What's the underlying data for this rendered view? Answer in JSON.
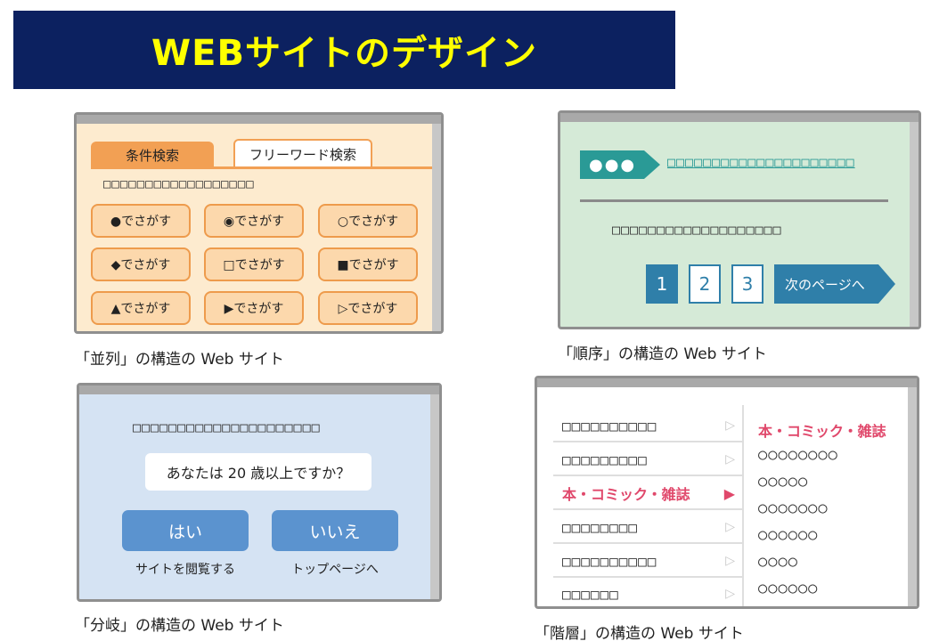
{
  "title": "WEBサイトのデザイン",
  "parallel": {
    "tabs": [
      "条件検索",
      "フリーワード検索"
    ],
    "squares": "□□□□□□□□□□□□□□□□□□",
    "buttons": [
      "●でさがす",
      "◉でさがす",
      "○でさがす",
      "◆でさがす",
      "□でさがす",
      "■でさがす",
      "▲でさがす",
      "▶でさがす",
      "▷でさがす"
    ],
    "caption": "「並列」の構造の Web サイト"
  },
  "sequence": {
    "bullet": "●●●",
    "link": "□□□□□□□□□□□□□□□□□□□□□",
    "squares": "□□□□□□□□□□□□□□□□□□□",
    "pages": [
      "1",
      "2",
      "3"
    ],
    "current_page": "1",
    "next_label": "次のページへ",
    "caption": "「順序」の構造の Web サイト"
  },
  "branch": {
    "squares": "□□□□□□□□□□□□□□□□□□□□□",
    "question": "あなたは 20 歳以上ですか？",
    "yes_label": "はい",
    "yes_sub": "サイトを閲覧する",
    "no_label": "いいえ",
    "no_sub": "トップページへ",
    "caption": "「分岐」の構造の Web サイト"
  },
  "hierarchy": {
    "menu": [
      "□□□□□□□□□□",
      "□□□□□□□□□",
      "本・コミック・雑誌",
      "□□□□□□□□",
      "□□□□□□□□□□",
      "□□□□□□"
    ],
    "active_index": 2,
    "sub_heading": "本・コミック・雑誌",
    "sub_items": [
      "○○○○○○○○",
      "○○○○○",
      "○○○○○○○",
      "○○○○○○",
      "○○○○",
      "○○○○○○"
    ],
    "caption": "「階層」の構造の Web サイト"
  },
  "colors": {
    "banner": "#0c2160",
    "banner_text": "#ffff00",
    "orange": "#f2a054",
    "teal": "#2a9a96",
    "blue": "#2f7fa9",
    "pink": "#e0486b"
  }
}
